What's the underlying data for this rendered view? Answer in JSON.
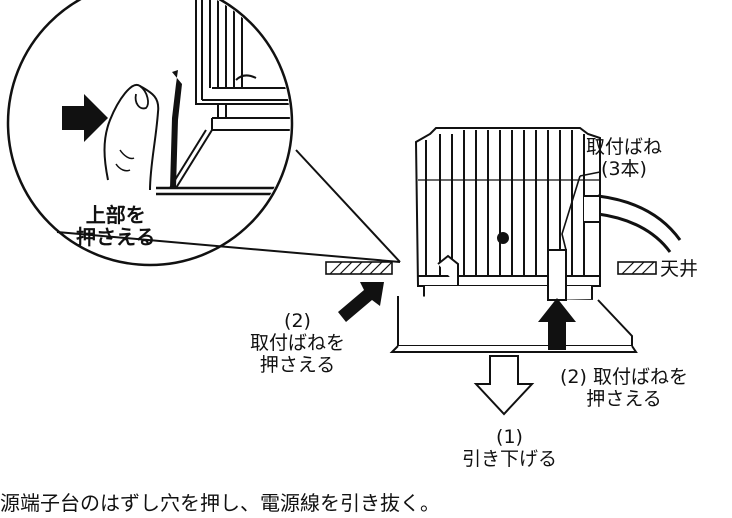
{
  "labels": {
    "press_top": [
      "上部を",
      "押さえる"
    ],
    "spring_name": [
      "取付ばね",
      "(3本)"
    ],
    "ceiling": "天井",
    "press_spring_left": [
      "(2)",
      "取付ばねを",
      "押さえる"
    ],
    "press_spring_right": [
      "(2) 取付ばねを",
      "押さえる"
    ],
    "pull_down": [
      "(1)",
      "引き下げる"
    ]
  },
  "caption": "源端子台のはずし穴を押し、電源線を引き抜く。",
  "colors": {
    "ink": "#111111",
    "background": "#ffffff"
  },
  "icons": [
    "finger-icon",
    "push-arrow-icon",
    "pull-down-arrow-icon",
    "downlight-fixture-icon"
  ]
}
